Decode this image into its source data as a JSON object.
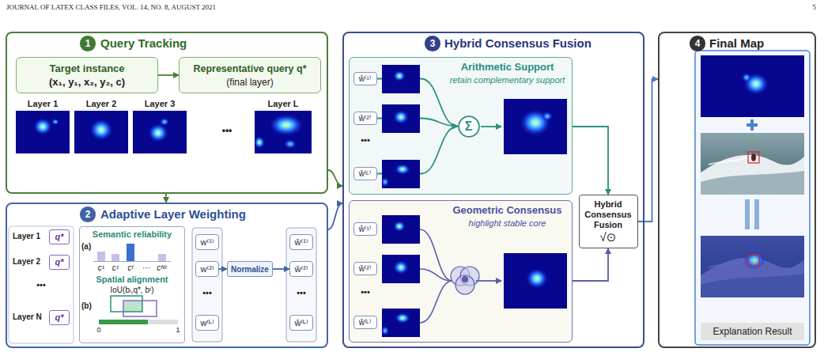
{
  "diagram": {
    "nodes": [
      {
        "text": [
          "Query Tracking"
        ]
      },
      {
        "text": [
          "1"
        ],
        "in": 0
      },
      {
        "text": [
          "Target instance",
          "(x₁, y₁, x₂, y₂, c)"
        ],
        "in": 0
      },
      {
        "text": [
          "Representative query q*",
          "(final layer)"
        ],
        "in": 0
      },
      {
        "text": [
          "Adaptive Layer Weighting"
        ]
      },
      {
        "text": [
          "2"
        ],
        "in": 4
      },
      {
        "text": [
          "q*"
        ],
        "in": 4
      },
      {
        "text": [
          "q*"
        ],
        "in": 4
      },
      {
        "text": [
          "q*"
        ],
        "in": 4
      },
      {
        "text": [
          "Semantic reliability",
          "Spatial alignment"
        ],
        "in": 4
      },
      {
        "text": [
          "w⁽¹⁾"
        ],
        "in": 4
      },
      {
        "text": [
          "w⁽²⁾"
        ],
        "in": 4
      },
      {
        "text": [
          "w⁽ᴸ⁾"
        ],
        "in": 4
      },
      {
        "text": [
          "Normalize"
        ],
        "in": 4
      },
      {
        "text": [
          "ŵ⁽¹⁾"
        ],
        "in": 4
      },
      {
        "text": [
          "ŵ⁽²⁾"
        ],
        "in": 4
      },
      {
        "text": [
          "ŵ⁽ᴸ⁾"
        ],
        "in": 4
      },
      {
        "text": [
          "Hybrid Consensus Fusion"
        ]
      },
      {
        "text": [
          "3"
        ],
        "in": 17
      },
      {
        "text": [
          "Arithmetic Support",
          "retain complementary support"
        ],
        "in": 17
      },
      {
        "text": [
          "ŵ⁽¹⁾"
        ],
        "in": 19
      },
      {
        "text": [
          "ŵ⁽²⁾"
        ],
        "in": 19
      },
      {
        "text": [
          "ŵ⁽ᴸ⁾"
        ],
        "in": 19
      },
      {
        "text": [
          "Σ"
        ],
        "in": 19
      },
      {
        "text": [
          "Geometric Consensus",
          "highlight stable core"
        ],
        "in": 17
      },
      {
        "text": [
          "ŵ⁽¹⁾"
        ],
        "in": 24
      },
      {
        "text": [
          "ŵ⁽²⁾"
        ],
        "in": 24
      },
      {
        "text": [
          "ŵ⁽ᴸ⁾"
        ],
        "in": 24
      },
      {
        "text": [
          "Hybrid Consensus Fusion",
          "√⊙"
        ],
        "in": 17
      },
      {
        "text": [
          "Final Map"
        ]
      },
      {
        "text": [
          "4"
        ],
        "in": 29
      },
      {
        "text": [
          "Explanation Result"
        ],
        "in": 29
      }
    ],
    "edges": [
      {
        "from": 0,
        "to": 4,
        "arrow": "to"
      },
      {
        "from": 2,
        "to": 3,
        "arrow": "to"
      },
      {
        "from": 0,
        "to": 17,
        "arrow": "to"
      },
      {
        "from": 4,
        "to": 17,
        "arrow": "to"
      },
      {
        "from": 11,
        "to": 13,
        "arrow": "to"
      },
      {
        "from": 13,
        "to": 15,
        "arrow": "to"
      },
      {
        "from": 20,
        "to": 23,
        "arrow": "to"
      },
      {
        "from": 21,
        "to": 23,
        "arrow": "to"
      },
      {
        "from": 22,
        "to": 23,
        "arrow": "to"
      },
      {
        "from": 19,
        "to": 28,
        "arrow": "to"
      },
      {
        "from": 24,
        "to": 28,
        "arrow": "to"
      },
      {
        "from": 28,
        "to": 29,
        "arrow": "to"
      }
    ],
    "labels": [
      "JOURNAL OF LATEX CLASS FILES, VOL. 14, NO. 8, AUGUST 2021",
      "5",
      "Layer 1",
      "Layer 2",
      "Layer 3",
      "•••",
      "Layer L",
      "Layer 1",
      "Layer 2",
      "•••",
      "Layer N",
      "(a)",
      "c¹",
      "c¹",
      "cᵗ",
      "···",
      "cᴺᶜ",
      "(b)",
      "IoU(bₗ,q*, bᵗ)",
      "0",
      "1",
      "•••",
      "•••",
      "•••",
      "•••"
    ]
  }
}
